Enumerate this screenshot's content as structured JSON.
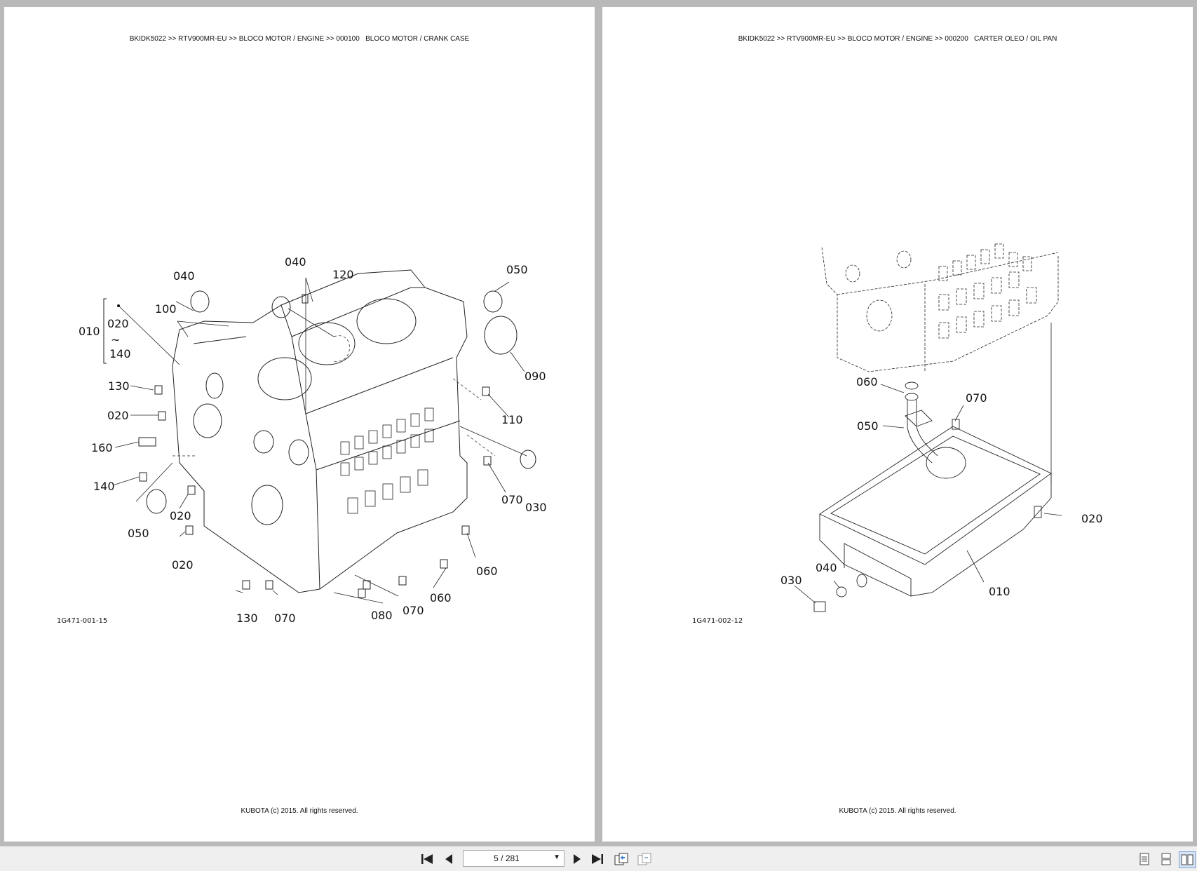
{
  "pages": [
    {
      "header": "BKIDK5022 >> RTV900MR-EU >> BLOCO MOTOR / ENGINE >> 000100   BLOCO MOTOR / CRANK CASE",
      "figure_code": "1G471-001-15",
      "footer": "KUBOTA (c) 2015. All rights reserved.",
      "callouts": [
        "040",
        "120",
        "050",
        "040",
        "100",
        "010",
        "020",
        "~",
        "140",
        "090",
        "130",
        "020",
        "110",
        "160",
        "140",
        "020",
        "050",
        "020",
        "070",
        "030",
        "060",
        "060",
        "070",
        "080",
        "130",
        "070"
      ]
    },
    {
      "header": "BKIDK5022 >> RTV900MR-EU >> BLOCO MOTOR / ENGINE >> 000200   CARTER OLEO / OIL PAN",
      "figure_code": "1G471-002-12",
      "footer": "KUBOTA (c) 2015. All rights reserved.",
      "callouts": [
        "060",
        "070",
        "050",
        "020",
        "040",
        "030",
        "010"
      ]
    }
  ],
  "toolbar": {
    "page_indicator": "5 / 281",
    "icons": [
      "first-page-icon",
      "prev-page-icon",
      "next-page-icon",
      "last-page-icon",
      "rotate-icon",
      "fit-page-icon",
      "single-page-icon",
      "continuous-icon",
      "two-page-icon"
    ]
  }
}
